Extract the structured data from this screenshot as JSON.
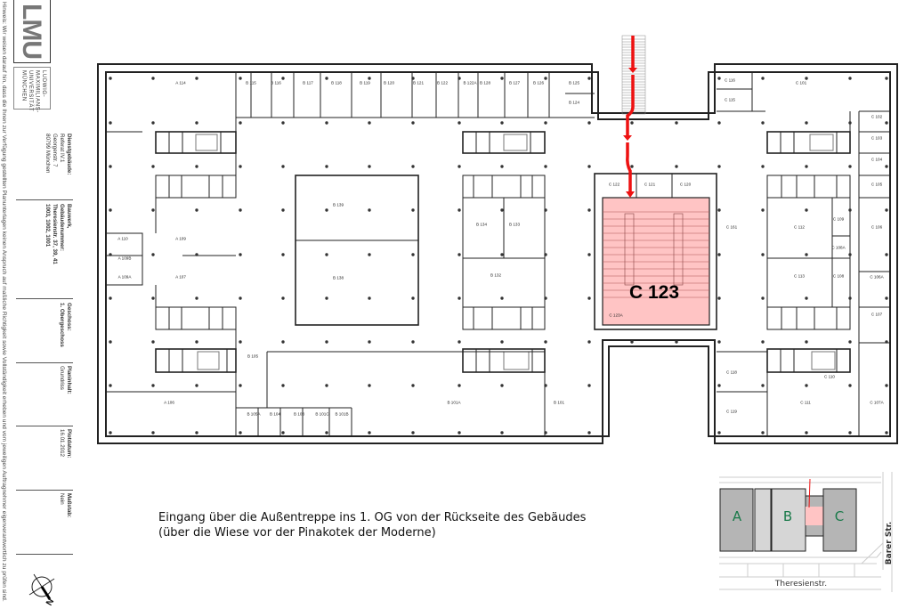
{
  "sidebar": {
    "disclaimer": "Hinweis: Wir weisen darauf hin, dass die Ihnen zur Verfügung gestellten Planunterlagen keinen Anspruch auf maßliche Richtigkeit sowie Vollständigkeit erheben und vom jeweiligen Auftragnehmer eigenverantwortlich zu prüfen sind.",
    "logo_text": "LMU",
    "university": [
      "LUDWIG-",
      "MAXIMILIANS-",
      "UNIVERSITÄT",
      "MÜNCHEN"
    ],
    "dienstgebaeude": {
      "label": "Dienstgebäude:",
      "lines": [
        "Referat IV.1",
        "Georgenstr. 7",
        "80799 München"
      ]
    },
    "bauwerk": {
      "label": "Bauwerk,",
      "label2": "Gebäudenummer:",
      "lines": [
        "Theresienstr. 37, 39, 41",
        "1003, 1002, 1001"
      ]
    },
    "geschoss": {
      "label": "Geschoss:",
      "value": "1. Obergeschoss"
    },
    "planinhalt": {
      "label": "Planinhalt:",
      "value": "Grundriss"
    },
    "plotdatum": {
      "label": "Plotdatum:",
      "value": "16.01.2012"
    },
    "massstab": {
      "label": "Maßstab:",
      "value": "Nein"
    },
    "compass": "N"
  },
  "plan": {
    "highlight_room": "C 123",
    "highlight_color": "#ffc4c4",
    "route_color": "#ee1111",
    "rooms": [
      "A 114",
      "B 115",
      "B 116",
      "B 117",
      "B 118",
      "B 119",
      "B 120",
      "B 121",
      "B 122",
      "B 122A",
      "B 128",
      "B 127",
      "B 126",
      "B 125",
      "B 124",
      "C 116",
      "C 115",
      "C 101",
      "C 102",
      "C 103",
      "C 104",
      "C 105",
      "C 161",
      "C 112",
      "C 109",
      "C 108A",
      "C 106",
      "C 113",
      "C 108",
      "C 106A",
      "C 107",
      "C 110",
      "C 118",
      "C 119",
      "C 111",
      "C 107A",
      "C 122",
      "C 121",
      "C 120",
      "C 123A",
      "A 110",
      "A 109",
      "A 109B",
      "A 109A",
      "A 107",
      "B 139",
      "B 138",
      "B 134",
      "B 133",
      "B 132",
      "B 105",
      "A 106",
      "B 101A",
      "B 101",
      "B 105A",
      "B 104",
      "B 103",
      "B 101C",
      "B 101B"
    ]
  },
  "note": {
    "line1": "Eingang über die Außentreppe ins 1. OG von der Rückseite des Gebäudes",
    "line2": "(über die Wiese vor der Pinakotek der Moderne)"
  },
  "sitemap": {
    "buildings": [
      "A",
      "B",
      "C"
    ],
    "street_bottom": "Theresienstr.",
    "street_right": "Barer Str.",
    "letter_color": "#1a7a4a"
  }
}
